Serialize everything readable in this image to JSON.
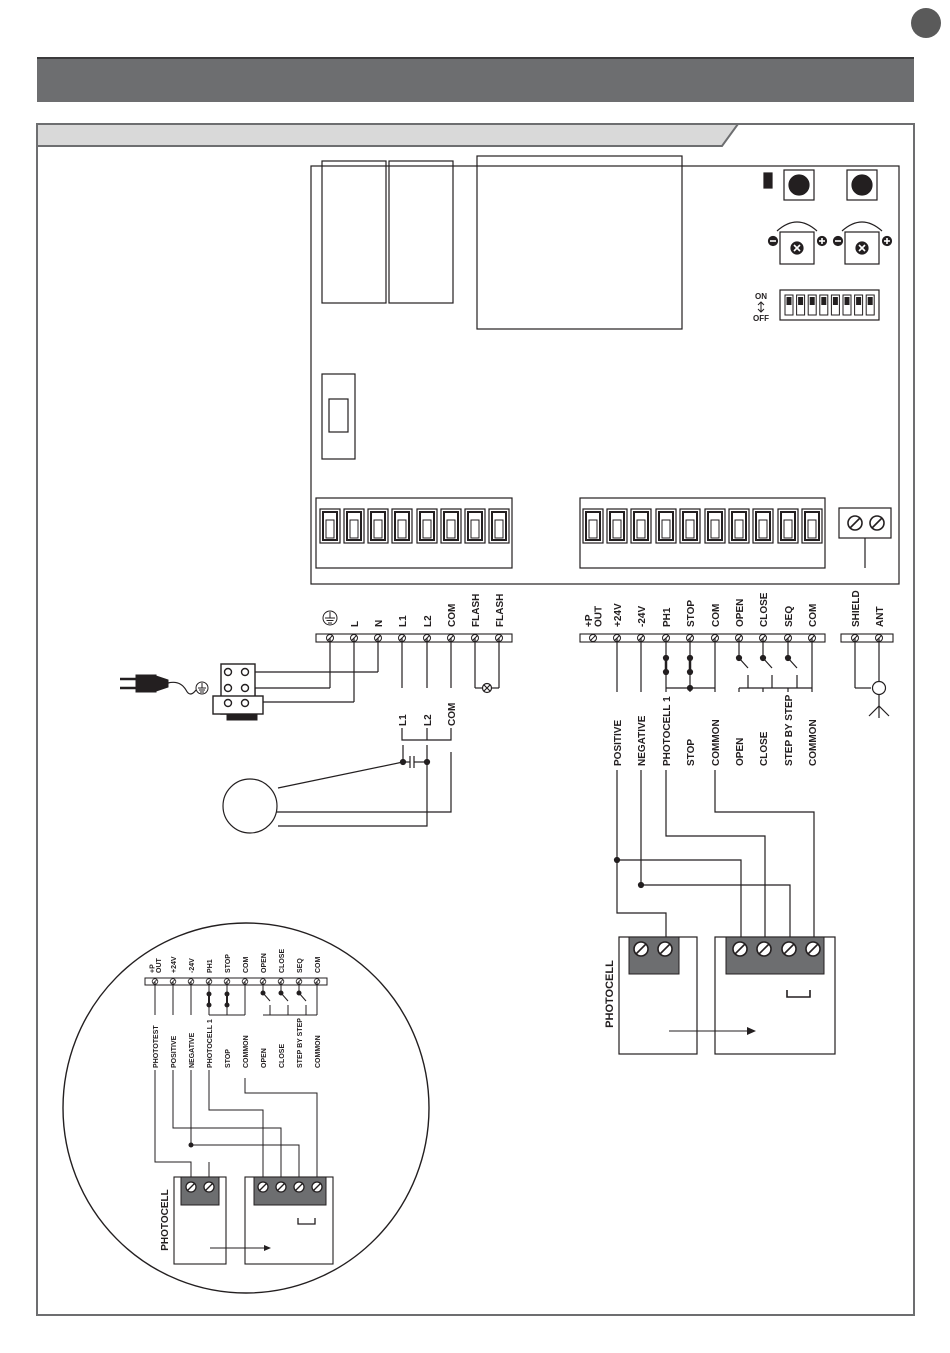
{
  "main_terminals": [
    {
      "id": "earth",
      "label": ""
    },
    {
      "id": "l",
      "label": "L"
    },
    {
      "id": "n",
      "label": "N"
    },
    {
      "id": "l1",
      "label": "L1"
    },
    {
      "id": "l2",
      "label": "L2"
    },
    {
      "id": "com",
      "label": "COM"
    },
    {
      "id": "flash1",
      "label": "FLASH"
    },
    {
      "id": "flash2",
      "label": "FLASH"
    }
  ],
  "motor_wire_labels": [
    "L1",
    "L2",
    "COM"
  ],
  "control_terminals": [
    "+P OUT",
    "+24V",
    "-24V",
    "PH1",
    "STOP",
    "COM",
    "OPEN",
    "CLOSE",
    "SEQ",
    "COM"
  ],
  "control_wire_labels": [
    "POSITIVE",
    "NEGATIVE",
    "PHOTOCELL 1",
    "STOP",
    "COMMON",
    "OPEN",
    "CLOSE",
    "STEP BY STEP",
    "COMMON"
  ],
  "antenna_terminals": [
    "SHIELD",
    "ANT"
  ],
  "dip_switch": {
    "on_label": "ON",
    "off_label": "OFF"
  },
  "photocell_label": "PHOTOCELL",
  "inset": {
    "terminals": [
      "+P OUT",
      "+24V",
      "-24V",
      "PH1",
      "STOP",
      "COM",
      "OPEN",
      "CLOSE",
      "SEQ",
      "COM"
    ],
    "wire_labels": [
      "PHOTOTEST",
      "POSITIVE",
      "NEGATIVE",
      "PHOTOCELL 1",
      "STOP",
      "COMMON",
      "OPEN",
      "CLOSE",
      "STEP BY STEP",
      "COMMON"
    ],
    "photocell_label": "PHOTOCELL"
  },
  "colors": {
    "header_bar": "#6d6e70",
    "panel_border": "#6d6e70",
    "tab": "#d9d9d9",
    "terminal_fill": "#6d6e70",
    "ink": "#231f20"
  }
}
